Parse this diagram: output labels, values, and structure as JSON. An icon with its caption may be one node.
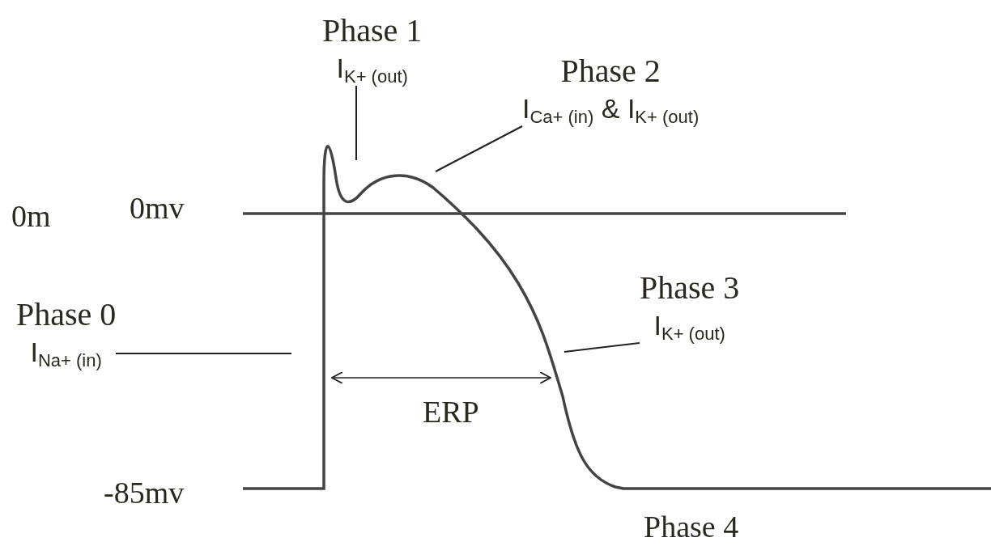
{
  "diagram": {
    "nodes": [
      {
        "text": [
          "Phase 1",
          "I$_{K+ (out)}$"
        ]
      },
      {
        "text": [
          "Phase 2",
          "I$_{Ca+ (in)}$ & I$_{K+ (out)}$"
        ]
      },
      {
        "text": [
          "Phase 0",
          "I$_{Na+ (in)}$"
        ]
      },
      {
        "text": [
          "Phase 3",
          "I$_{K+ (out)}$"
        ]
      }
    ],
    "edges": [
      {
        "from": 0,
        "to": null,
        "arrow": "none"
      },
      {
        "from": 1,
        "to": null,
        "arrow": "none"
      },
      {
        "from": 2,
        "to": null,
        "arrow": "none"
      },
      {
        "from": 3,
        "to": null,
        "arrow": "none"
      }
    ],
    "labels": [
      "0m",
      "0mv",
      "-85mv",
      "ERP",
      "Phase 4"
    ]
  }
}
